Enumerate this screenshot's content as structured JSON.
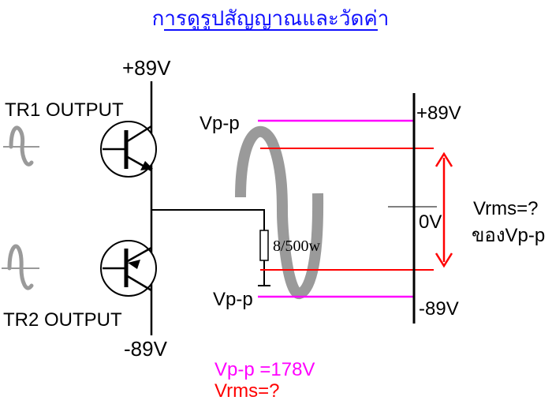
{
  "title": "การดูรูปสัญญาณและวัดค่า",
  "labels": {
    "supply_positive": "+89V",
    "supply_negative": "-89V",
    "tr1_output": "TR1 OUTPUT",
    "tr2_output": "TR2 OUTPUT",
    "vpp_top": "Vp-p",
    "vpp_bottom": "Vp-p",
    "load": "8/500w",
    "scale_positive": "+89V",
    "scale_zero": "0V",
    "scale_negative": "-89V",
    "vrms_question": "Vrms=?",
    "vrms_of_vpp": "ของVp-p",
    "result_vpp": "Vp-p =178V",
    "result_vrms": "Vrms=?"
  },
  "colors": {
    "title": "#1010ff",
    "vpp_lines": "#ff00ff",
    "peak_lines": "#ff0000",
    "waveform": "#9a9a9a",
    "wire": "#000000"
  }
}
